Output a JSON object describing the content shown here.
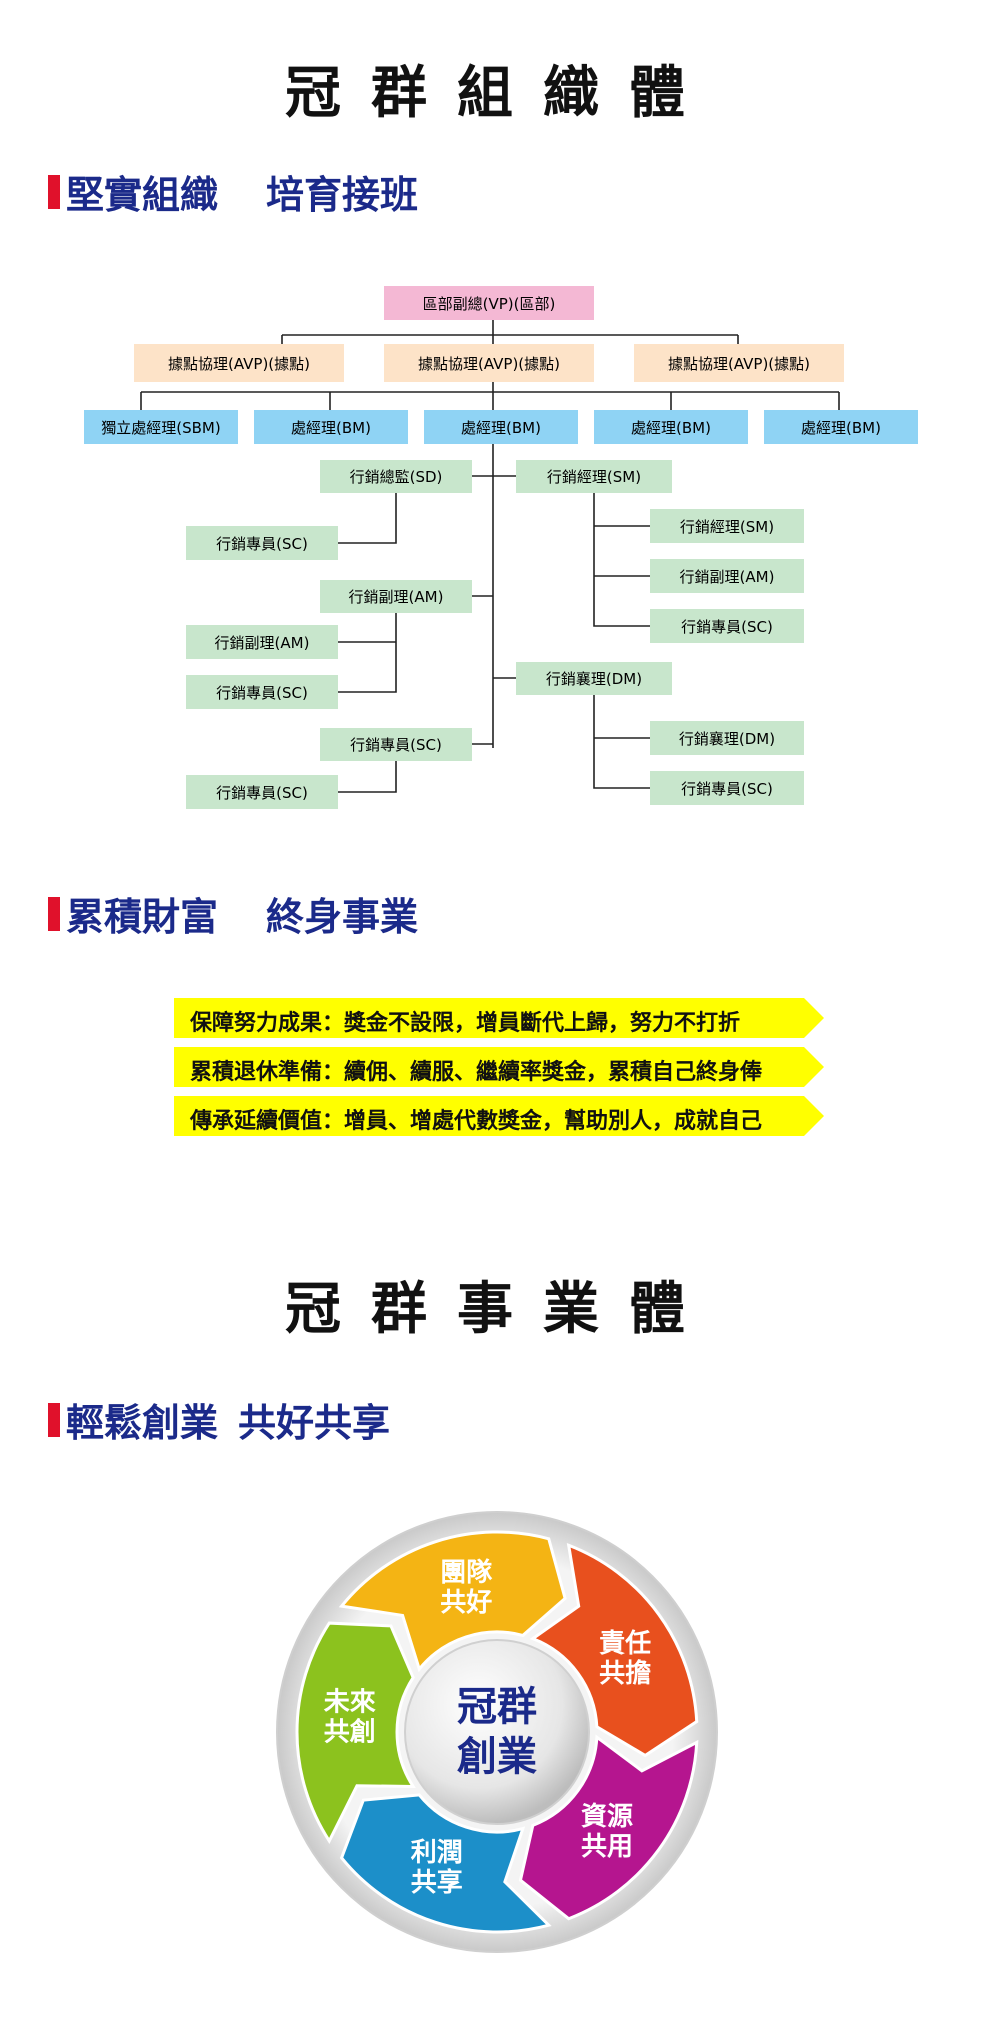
{
  "org_title": "冠群組織體",
  "org_section": {
    "part1": "堅實組織",
    "part2": "培育接班"
  },
  "org_chart": {
    "vp": "區部副總(VP)(區部)",
    "avp": [
      "據點協理(AVP)(據點)",
      "據點協理(AVP)(據點)",
      "據點協理(AVP)(據點)"
    ],
    "row3": [
      "獨立處經理(SBM)",
      "處經理(BM)",
      "處經理(BM)",
      "處經理(BM)",
      "處經理(BM)"
    ],
    "left": {
      "sd": "行銷總監(SD)",
      "sd_sc": "行銷專員(SC)",
      "am": "行銷副理(AM)",
      "am_am": "行銷副理(AM)",
      "am_sc": "行銷專員(SC)",
      "sc": "行銷專員(SC)",
      "sc_sc": "行銷專員(SC)"
    },
    "right": {
      "sm": "行銷經理(SM)",
      "sm_sm": "行銷經理(SM)",
      "sm_am": "行銷副理(AM)",
      "sm_sc": "行銷專員(SC)",
      "dm": "行銷襄理(DM)",
      "dm_dm": "行銷襄理(DM)",
      "dm_sc": "行銷專員(SC)"
    }
  },
  "wealth_section": {
    "part1": "累積財富",
    "part2": "終身事業"
  },
  "benefits": [
    "保障努力成果：獎金不設限，增員斷代上歸，努力不打折",
    "累積退休準備：續佣、續服、繼續率獎金，累積自己終身俸",
    "傳承延續價值：增員、增處代數獎金，幫助別人，成就自己"
  ],
  "biz_title": "冠群事業體",
  "biz_section": {
    "part1": "輕鬆創業",
    "part2": "共好共享"
  },
  "cycle": {
    "center": [
      "冠群",
      "創業"
    ],
    "segments": [
      {
        "line1": "團隊",
        "line2": "共好",
        "color": "#f4b414"
      },
      {
        "line1": "責任",
        "line2": "共擔",
        "color": "#e8501e"
      },
      {
        "line1": "資源",
        "line2": "共用",
        "color": "#b5158f"
      },
      {
        "line1": "利潤",
        "line2": "共享",
        "color": "#1c8fc9"
      },
      {
        "line1": "未來",
        "line2": "共創",
        "color": "#8cc21e"
      }
    ]
  },
  "colors": {
    "title_blue": "#1b2a8a",
    "accent_red": "#e0112b",
    "pink": "#f4b8d4",
    "peach": "#fde3c8",
    "blue_box": "#8fd3f4",
    "green_box": "#c8e6cc",
    "yellow": "#ffff00"
  }
}
